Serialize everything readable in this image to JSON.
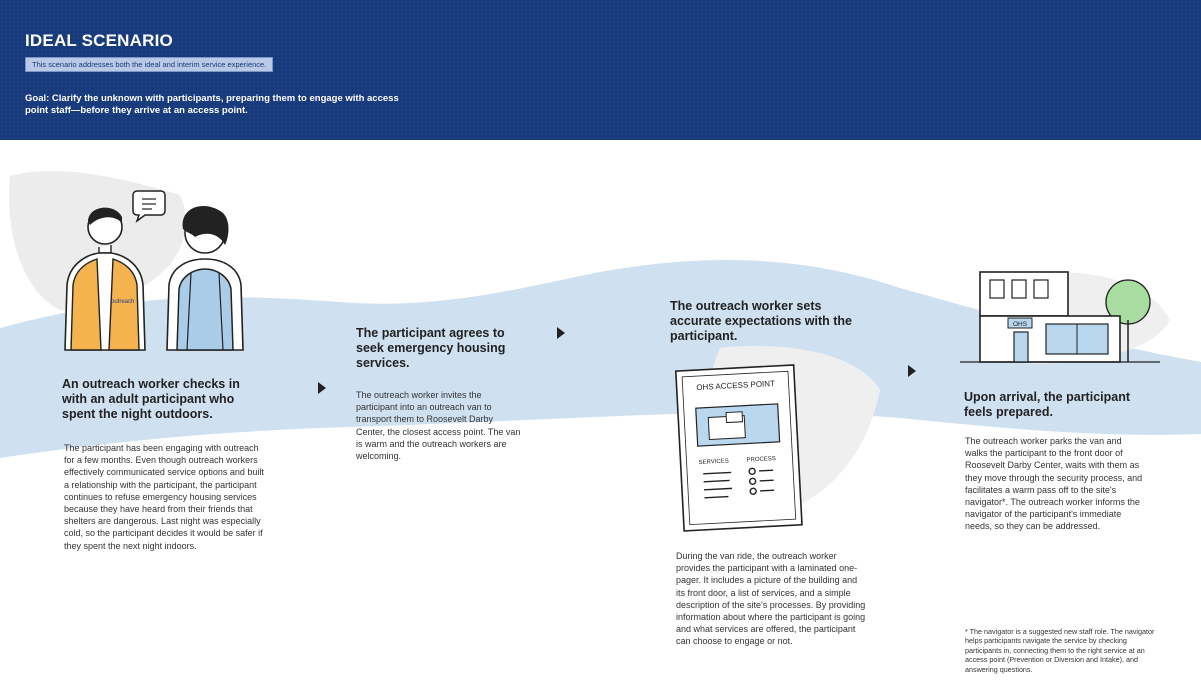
{
  "header": {
    "title": "IDEAL SCENARIO",
    "note": "This scenario addresses both the ideal and interim service experience.",
    "goal": "Goal: Clarify the unknown with participants, preparing them to engage with access point staff—before they arrive at an access point."
  },
  "steps": [
    {
      "title": "An outreach worker checks in with an adult participant who spent the night outdoors.",
      "body": "The participant has been engaging with outreach for a few months. Even though outreach workers effectively communicated service options and built a relationship with the participant, the participant continues to refuse emergency housing services because they have heard from their friends that shelters are dangerous. Last night was especially cold, so the participant decides it would be safer if they spent the next night indoors."
    },
    {
      "title": "The participant agrees to seek emergency housing services.",
      "body": "The outreach worker invites the participant into an outreach van to transport them to Roosevelt Darby Center, the closest access point. The van is warm and the outreach workers are welcoming."
    },
    {
      "title": "The outreach worker sets accurate expectations with the participant.",
      "body": "During the van ride, the outreach worker provides the participant with a laminated one-pager. It includes a picture of the building and its front door, a list of services, and a simple description of the site's processes. By providing information about where the participant is going and what services are offered, the participant can choose to engage or not."
    },
    {
      "title": "Upon arrival, the participant feels prepared.",
      "body": "The outreach worker parks the van and walks the participant to the front door of Roosevelt Darby Center, waits with them as they move through the security process, and facilitates a warm pass off to the site's navigator*. The outreach worker informs the navigator of the participant's immediate needs, so they can be addressed."
    }
  ],
  "illustrations": {
    "vest_label": "outreach",
    "sheet_title": "OHS ACCESS POINT",
    "sheet_col_services": "SERVICES",
    "sheet_col_process": "PROCESS",
    "building_sign": "OHS"
  },
  "footnote": "* The navigator is a suggested new staff role. The navigator helps participants navigate the service by checking participants in, connecting them to the right service at an access point (Prevention or Diversion and Intake), and answering questions."
}
